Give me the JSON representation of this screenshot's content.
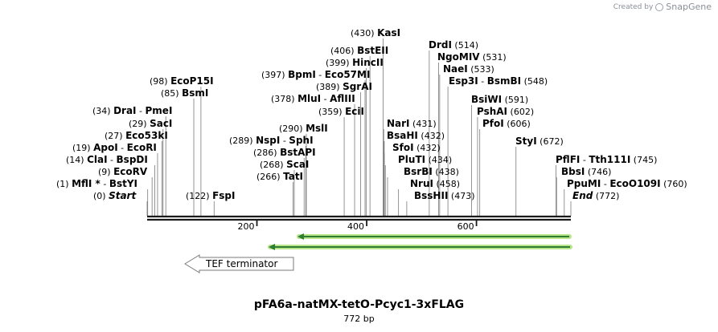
{
  "watermark": {
    "created_by": "Created by",
    "brand": "SnapGene"
  },
  "map": {
    "title": "pFA6a-natMX-tetO-Pcyc1-3xFLAG",
    "length_label": "772 bp",
    "total_bp": 772,
    "ticks": [
      {
        "bp": 200,
        "label": "200"
      },
      {
        "bp": 400,
        "label": "400"
      },
      {
        "bp": 600,
        "label": "600"
      }
    ],
    "feature": {
      "name": "TEF terminator",
      "direction": "reverse"
    },
    "colors": {
      "primer_line": "#2e7d32",
      "primer_glow": "#b9e68a",
      "backbone": "#1a1a1a",
      "leader": "#7a7a7a",
      "feature_fill": "#ffffff",
      "feature_stroke": "#7a7a7a"
    }
  },
  "sites_left": [
    {
      "pos": "(98)",
      "names": [
        "EcoP15I"
      ],
      "bp": 98
    },
    {
      "pos": "(85)",
      "names": [
        "BsmI"
      ],
      "bp": 85
    },
    {
      "pos": "(34)",
      "names": [
        "DraI",
        "PmeI"
      ],
      "bp": 34
    },
    {
      "pos": "(29)",
      "names": [
        "SacI"
      ],
      "bp": 29
    },
    {
      "pos": "(27)",
      "names": [
        "Eco53kI"
      ],
      "bp": 27
    },
    {
      "pos": "(19)",
      "names": [
        "ApoI",
        "EcoRI"
      ],
      "bp": 19
    },
    {
      "pos": "(14)",
      "names": [
        "ClaI",
        "BspDI"
      ],
      "bp": 14
    },
    {
      "pos": "(9)",
      "names": [
        "EcoRV"
      ],
      "bp": 9
    },
    {
      "pos": "(1)",
      "names": [
        "MflI *",
        "BstYI"
      ],
      "bp": 1
    },
    {
      "pos": "(0)",
      "names": [
        "Start"
      ],
      "bp": 0,
      "italic": true
    }
  ],
  "sites_center": [
    {
      "pos": "(430)",
      "names": [
        "KasI"
      ],
      "bp": 430
    },
    {
      "pos": "(406)",
      "names": [
        "BstEII"
      ],
      "bp": 406
    },
    {
      "pos": "(399)",
      "names": [
        "HincII"
      ],
      "bp": 399
    },
    {
      "pos": "(397)",
      "names": [
        "BpmI",
        "Eco57MI"
      ],
      "bp": 397
    },
    {
      "pos": "(389)",
      "names": [
        "SgrAI"
      ],
      "bp": 389
    },
    {
      "pos": "(378)",
      "names": [
        "MluI",
        "AflIII"
      ],
      "bp": 378
    },
    {
      "pos": "(359)",
      "names": [
        "EciI"
      ],
      "bp": 359
    },
    {
      "pos": "(290)",
      "names": [
        "MslI"
      ],
      "bp": 290
    },
    {
      "pos": "(289)",
      "names": [
        "NspI",
        "SphI"
      ],
      "bp": 289
    },
    {
      "pos": "(286)",
      "names": [
        "BstAPI"
      ],
      "bp": 286
    },
    {
      "pos": "(268)",
      "names": [
        "ScaI"
      ],
      "bp": 268
    },
    {
      "pos": "(266)",
      "names": [
        "TatI"
      ],
      "bp": 266
    },
    {
      "pos": "(122)",
      "names": [
        "FspI"
      ],
      "bp": 122
    }
  ],
  "sites_right": [
    {
      "pos": "(514)",
      "names": [
        "DrdI"
      ],
      "bp": 514
    },
    {
      "pos": "(531)",
      "names": [
        "NgoMIV"
      ],
      "bp": 531
    },
    {
      "pos": "(533)",
      "names": [
        "NaeI"
      ],
      "bp": 533
    },
    {
      "pos": "(548)",
      "names": [
        "Esp3I",
        "BsmBI"
      ],
      "bp": 548
    },
    {
      "pos": "(431)",
      "names": [
        "NarI"
      ],
      "bp": 431
    },
    {
      "pos": "(432)",
      "names": [
        "BsaHI"
      ],
      "bp": 432
    },
    {
      "pos": "(432)",
      "names": [
        "SfoI"
      ],
      "bp": 432
    },
    {
      "pos": "(434)",
      "names": [
        "PluTI"
      ],
      "bp": 434
    },
    {
      "pos": "(438)",
      "names": [
        "BsrBI"
      ],
      "bp": 438
    },
    {
      "pos": "(458)",
      "names": [
        "NruI"
      ],
      "bp": 458
    },
    {
      "pos": "(473)",
      "names": [
        "BssHII"
      ],
      "bp": 473
    },
    {
      "pos": "(591)",
      "names": [
        "BsiWI"
      ],
      "bp": 591
    },
    {
      "pos": "(602)",
      "names": [
        "PshAI"
      ],
      "bp": 602
    },
    {
      "pos": "(606)",
      "names": [
        "PfoI"
      ],
      "bp": 606
    },
    {
      "pos": "(672)",
      "names": [
        "StyI"
      ],
      "bp": 672
    },
    {
      "pos": "(745)",
      "names": [
        "PflFI",
        "Tth111I"
      ],
      "bp": 745
    },
    {
      "pos": "(746)",
      "names": [
        "BbsI"
      ],
      "bp": 746
    },
    {
      "pos": "(760)",
      "names": [
        "PpuMI",
        "EcoO109I"
      ],
      "bp": 760
    },
    {
      "pos": "(772)",
      "names": [
        "End"
      ],
      "bp": 772,
      "italic": true
    }
  ]
}
